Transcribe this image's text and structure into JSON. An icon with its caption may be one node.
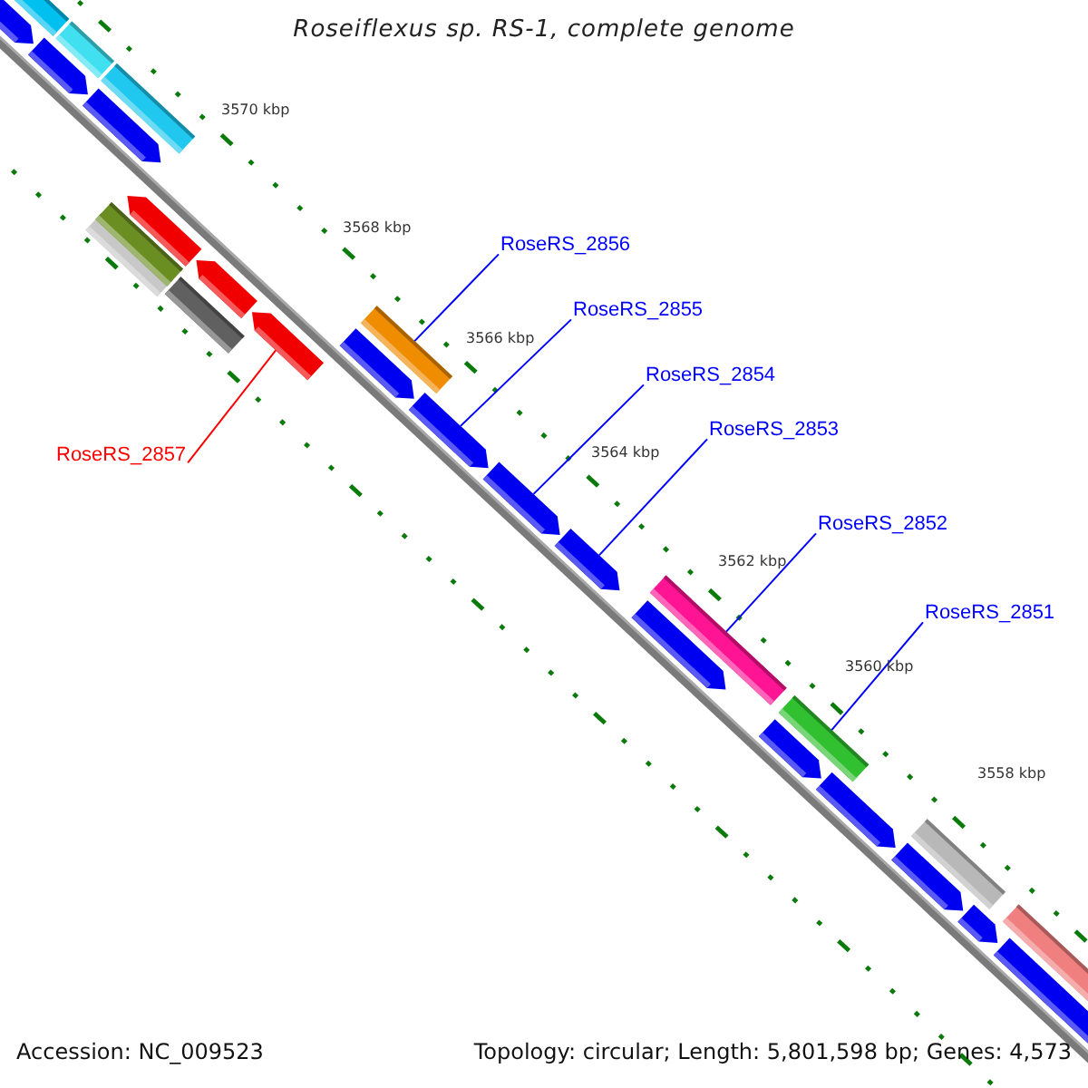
{
  "diagram": {
    "title": "Roseiflexus sp. RS-1, complete genome",
    "nodes": [
      {
        "text": [
          "RoseRS_2856"
        ]
      },
      {
        "text": [
          "RoseRS_2855"
        ]
      },
      {
        "text": [
          "RoseRS_2854"
        ]
      },
      {
        "text": [
          "RoseRS_2853"
        ]
      },
      {
        "text": [
          "RoseRS_2857"
        ]
      },
      {
        "text": [
          "RoseRS_2852"
        ]
      },
      {
        "text": [
          "RoseRS_2851"
        ]
      },
      {
        "text": [],
        "shape": "arrow"
      },
      {
        "text": [],
        "shape": "bar"
      },
      {
        "text": [],
        "shape": "arrow"
      },
      {
        "text": [],
        "shape": "bar"
      },
      {
        "text": [],
        "shape": "arrow"
      },
      {
        "text": [],
        "shape": "bar"
      },
      {
        "text": [],
        "shape": "bar"
      },
      {
        "text": [],
        "shape": "bar"
      },
      {
        "text": [],
        "shape": "arrow"
      },
      {
        "text": [],
        "shape": "bar"
      },
      {
        "text": [],
        "shape": "arrow"
      },
      {
        "text": [],
        "shape": "arrow"
      },
      {
        "text": [],
        "shape": "arrow"
      },
      {
        "text": [],
        "shape": "bar"
      },
      {
        "text": [],
        "shape": "arrow"
      },
      {
        "text": [],
        "shape": "arrow"
      },
      {
        "text": [],
        "shape": "arrow"
      },
      {
        "text": [],
        "shape": "arrow"
      },
      {
        "text": [],
        "shape": "bar"
      },
      {
        "text": [],
        "shape": "arrow"
      },
      {
        "text": [],
        "shape": "bar"
      },
      {
        "text": [],
        "shape": "arrow"
      },
      {
        "text": [],
        "shape": "arrow"
      },
      {
        "text": [],
        "shape": "bar"
      },
      {
        "text": [],
        "shape": "arrow"
      },
      {
        "text": [],
        "shape": "arrow"
      },
      {
        "text": [],
        "shape": "bar"
      }
    ],
    "edges": [
      {
        "from": 0,
        "to": 20,
        "arrow": "none"
      },
      {
        "from": 1,
        "to": 21,
        "arrow": "none"
      },
      {
        "from": 2,
        "to": 22,
        "arrow": "none"
      },
      {
        "from": 3,
        "to": 23,
        "arrow": "none"
      },
      {
        "from": 4,
        "to": 18,
        "arrow": "none",
        "color": "#ff0000"
      },
      {
        "from": 5,
        "to": 25,
        "arrow": "none"
      },
      {
        "from": 6,
        "to": 27,
        "arrow": "none"
      }
    ],
    "labels": [
      "3570 kbp",
      "3568 kbp",
      "3566 kbp",
      "3564 kbp",
      "3562 kbp",
      "3560 kbp",
      "3558 kbp",
      "Accession: NC_009523",
      "Topology: circular; Length: 5,801,598 bp; Genes: 4,573"
    ]
  }
}
